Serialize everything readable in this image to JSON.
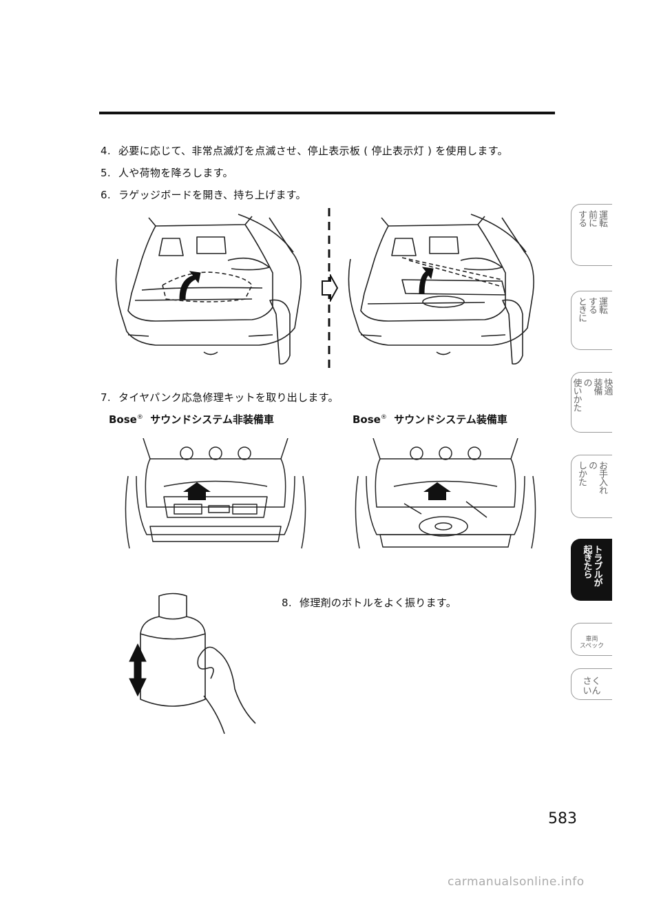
{
  "steps": [
    {
      "num": "4.",
      "text": "必要に応じて、非常点滅灯を点滅させ、停止表示板 ( 停止表示灯 ) を使用します。"
    },
    {
      "num": "5.",
      "text": "人や荷物を降ろします。"
    },
    {
      "num": "6.",
      "text": "ラゲッジボードを開き、持ち上げます。"
    },
    {
      "num": "7.",
      "text": "タイヤパンク応急修理キットを取り出します。"
    },
    {
      "num": "8.",
      "text": "修理剤のボトルをよく振ります。"
    }
  ],
  "captions": {
    "left_brand": "Bose",
    "left_reg": "®",
    "left_text": "サウンドシステム非装備車",
    "right_brand": "Bose",
    "right_reg": "®",
    "right_text": "サウンドシステム装備車"
  },
  "side_tabs": [
    {
      "lines": [
        "運転",
        "前に",
        "する"
      ],
      "active": false
    },
    {
      "lines": [
        "運転",
        "する",
        "ときに"
      ],
      "active": false
    },
    {
      "lines": [
        "快適",
        "装備",
        "の",
        "使いかた"
      ],
      "active": false
    },
    {
      "lines": [
        "お手入れ",
        "の",
        "しかた"
      ],
      "active": false
    },
    {
      "lines": [
        "トラブルが",
        "起きたら"
      ],
      "active": true
    },
    {
      "lines": [
        "車両",
        "スペック"
      ],
      "active": false
    },
    {
      "lines": [
        "さく",
        "いん"
      ],
      "active": false
    }
  ],
  "page_number": "583",
  "watermark": "carmanualsonline.info"
}
